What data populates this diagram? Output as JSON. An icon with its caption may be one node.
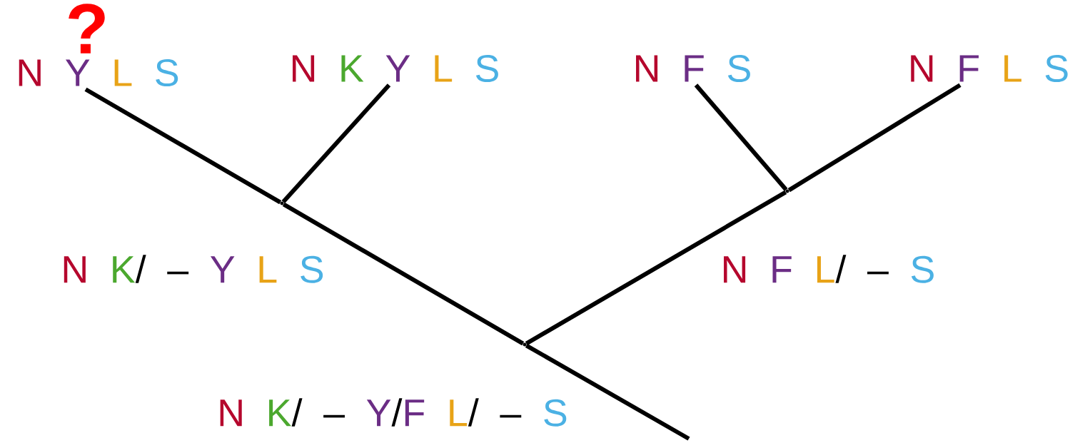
{
  "diagram": {
    "nodes": [
      {
        "text": [
          "N Y L S"
        ]
      },
      {
        "text": [
          "N K Y L S"
        ]
      },
      {
        "text": [
          "N F S"
        ]
      },
      {
        "text": [
          "N F L S"
        ]
      },
      {
        "text": [],
        "shape": "circle",
        "beside": [
          "N K/ – Y L S"
        ]
      },
      {
        "text": [],
        "shape": "circle",
        "beside": [
          "N F L/ – S"
        ]
      },
      {
        "text": [],
        "shape": "circle",
        "beside": [
          "N K/ – Y/F L/ – S"
        ]
      }
    ],
    "edges": [
      {
        "from": 0,
        "to": 4,
        "arrow": "none"
      },
      {
        "from": 1,
        "to": 4,
        "arrow": "none"
      },
      {
        "from": 2,
        "to": 5,
        "arrow": "none"
      },
      {
        "from": 3,
        "to": 5,
        "arrow": "none"
      },
      {
        "from": 4,
        "to": 6,
        "arrow": "none"
      },
      {
        "from": 5,
        "to": 6,
        "arrow": "none"
      },
      {
        "from": 6,
        "to": null,
        "arrow": "none"
      }
    ],
    "labels": [
      "?"
    ]
  }
}
